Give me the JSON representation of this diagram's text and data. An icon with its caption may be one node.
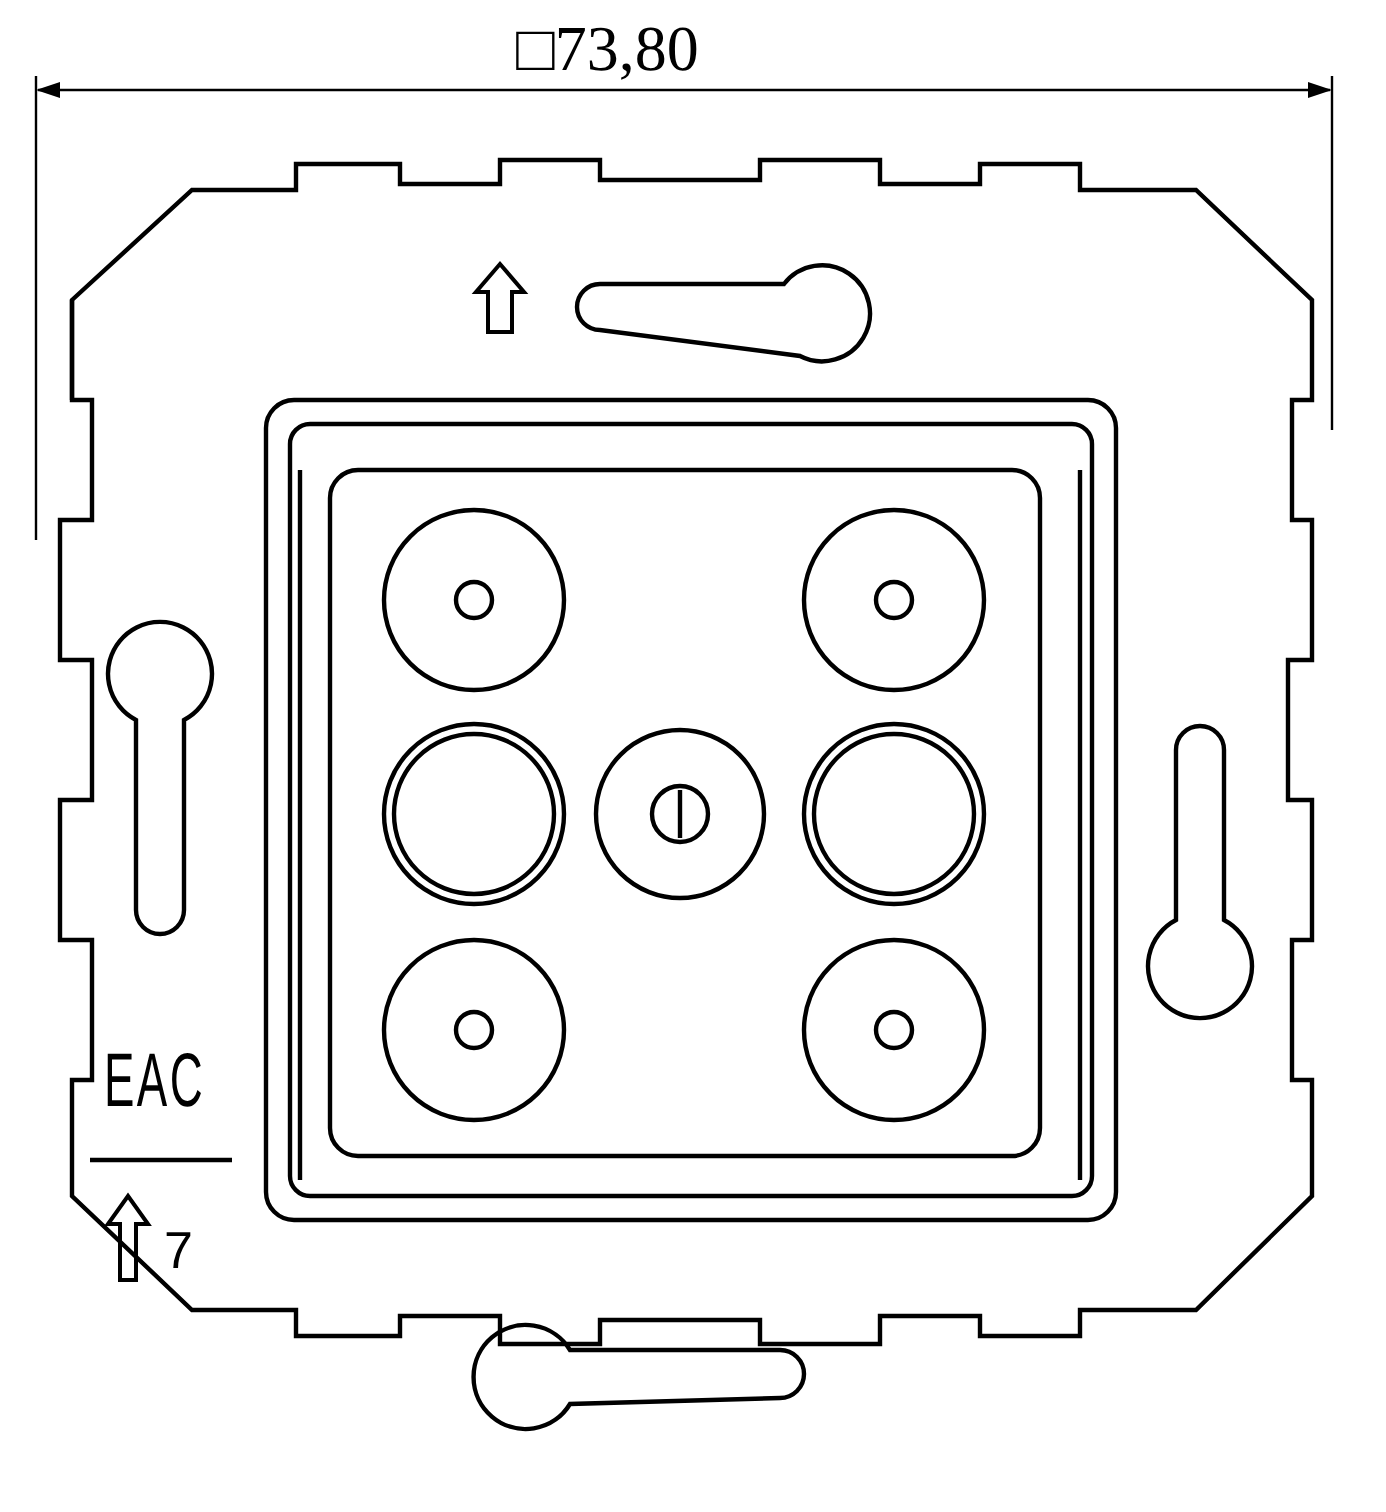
{
  "diagram": {
    "labels": [
      "□73,80",
      "EAC",
      "7"
    ]
  }
}
